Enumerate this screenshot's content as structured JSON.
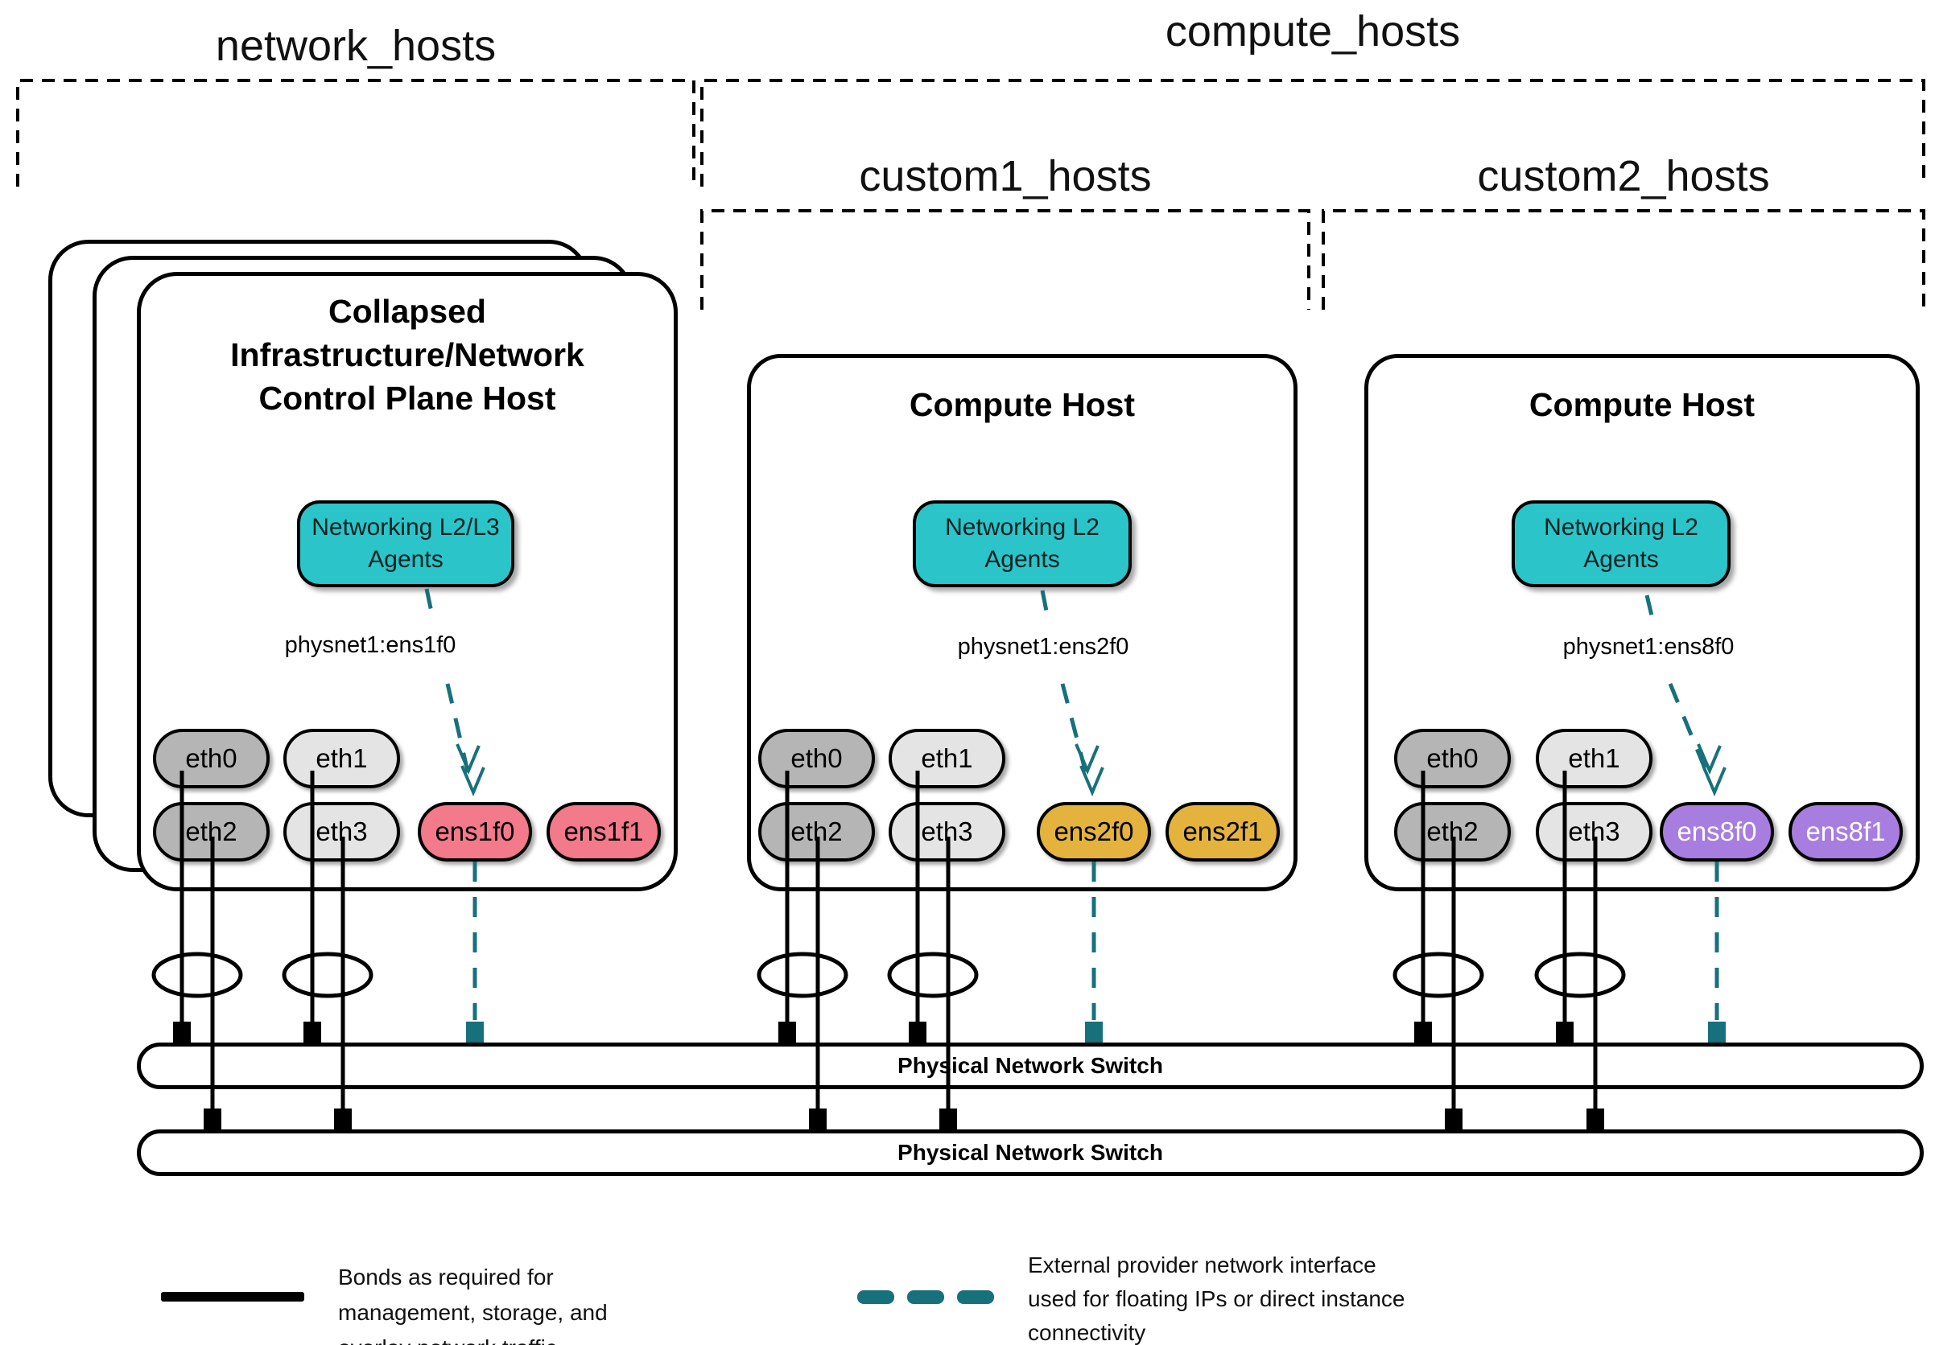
{
  "groups": {
    "network": "network_hosts",
    "compute": "compute_hosts",
    "custom1": "custom1_hosts",
    "custom2": "custom2_hosts"
  },
  "hosts": [
    {
      "title": "Collapsed Infrastructure/Network Control Plane Host",
      "agent": "Networking L2/L3 Agents",
      "physnet": "physnet1:ens1f0",
      "nics": {
        "row1": [
          "eth0",
          "eth1"
        ],
        "row2": [
          "eth2",
          "eth3",
          "ens1f0",
          "ens1f1"
        ]
      }
    },
    {
      "title": "Compute Host",
      "agent": "Networking L2 Agents",
      "physnet": "physnet1:ens2f0",
      "nics": {
        "row1": [
          "eth0",
          "eth1"
        ],
        "row2": [
          "eth2",
          "eth3",
          "ens2f0",
          "ens2f1"
        ]
      }
    },
    {
      "title": "Compute Host",
      "agent": "Networking L2 Agents",
      "physnet": "physnet1:ens8f0",
      "nics": {
        "row1": [
          "eth0",
          "eth1"
        ],
        "row2": [
          "eth2",
          "eth3",
          "ens8f0",
          "ens8f1"
        ]
      }
    }
  ],
  "switches": [
    {
      "label": "Physical Network Switch"
    },
    {
      "label": "Physical Network Switch"
    }
  ],
  "legend": {
    "bond": "Bonds as required for management, storage, and overlay network traffic.",
    "provider": "External provider network interface used for floating IPs or direct instance connectivity"
  },
  "colors": {
    "agent_fill": "#2bc4c8",
    "provider_line": "#17717c",
    "nic_gray_dark": "#b5b5b5",
    "nic_gray_light": "#e4e4e4",
    "nic_pink": "#f27a8a",
    "nic_gold": "#e3b33d",
    "nic_purple": "#a87de0",
    "line_black": "#000000"
  }
}
